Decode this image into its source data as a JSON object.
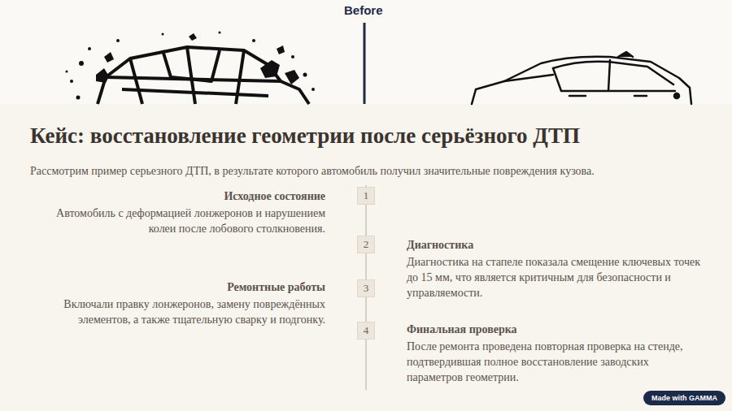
{
  "diagram": {
    "title": "Кейс: восстановление геометрии после серьёзного ДТП",
    "nodes": [
      {
        "text": [
          "1"
        ]
      },
      {
        "text": [
          "2"
        ]
      },
      {
        "text": [
          "3"
        ]
      },
      {
        "text": [
          "4"
        ]
      },
      {
        "text": [
          "Made with GAMMA"
        ]
      }
    ],
    "edges": [
      {
        "from": 0,
        "to": 1,
        "arrow": "none"
      },
      {
        "from": 1,
        "to": 2,
        "arrow": "none"
      },
      {
        "from": 2,
        "to": 3,
        "arrow": "none"
      }
    ],
    "labels": [
      "Before",
      "Рассмотрим пример серьезного ДТП, в результате которого автомобиль получил значительные повреждения кузова.",
      "Исходное состояние",
      "Автомобиль с деформацией лонжеронов и нарушением колеи после лобового столкновения.",
      "Диагностика",
      "Диагностика на стапеле показала смещение ключевых точек до 15 мм, что является критичным для безопасности и управляемости.",
      "Ремонтные работы",
      "Включали правку лонжеронов, замену повреждённых элементов, а также тщательную сварку и подгонку.",
      "Финальная проверка",
      "После ремонта проведена повторная проверка на стенде, подтвердившая полное восстановление заводских параметров геометрии."
    ]
  }
}
